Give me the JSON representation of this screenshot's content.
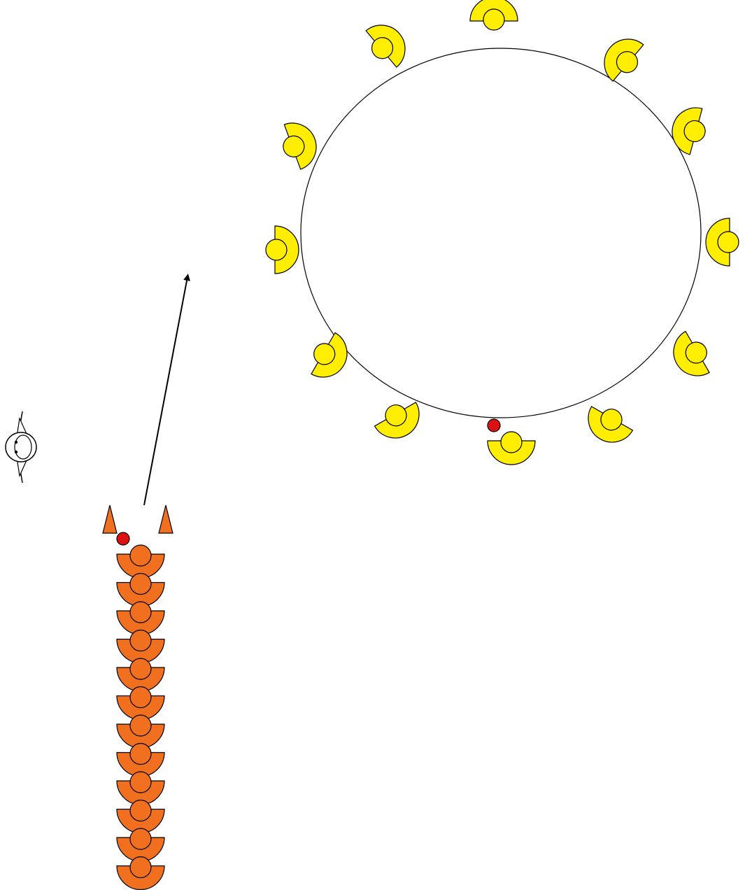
{
  "colors": {
    "background": "#ffffff",
    "yellow_figure": "#ffee00",
    "orange_figure": "#f07020",
    "marker": "#dd1111",
    "outline": "#000000"
  },
  "diagram": {
    "circle_formation": {
      "figure_count": 12,
      "figure_color": "yellow",
      "marker_count": 1
    },
    "column_formation": {
      "figure_count": 12,
      "figure_color": "orange",
      "cone_count": 2,
      "marker_count": 1
    },
    "movement_arrow": {
      "count": 1,
      "direction": "up-right"
    },
    "observer": {
      "icon": "saucer-face-icon"
    }
  }
}
